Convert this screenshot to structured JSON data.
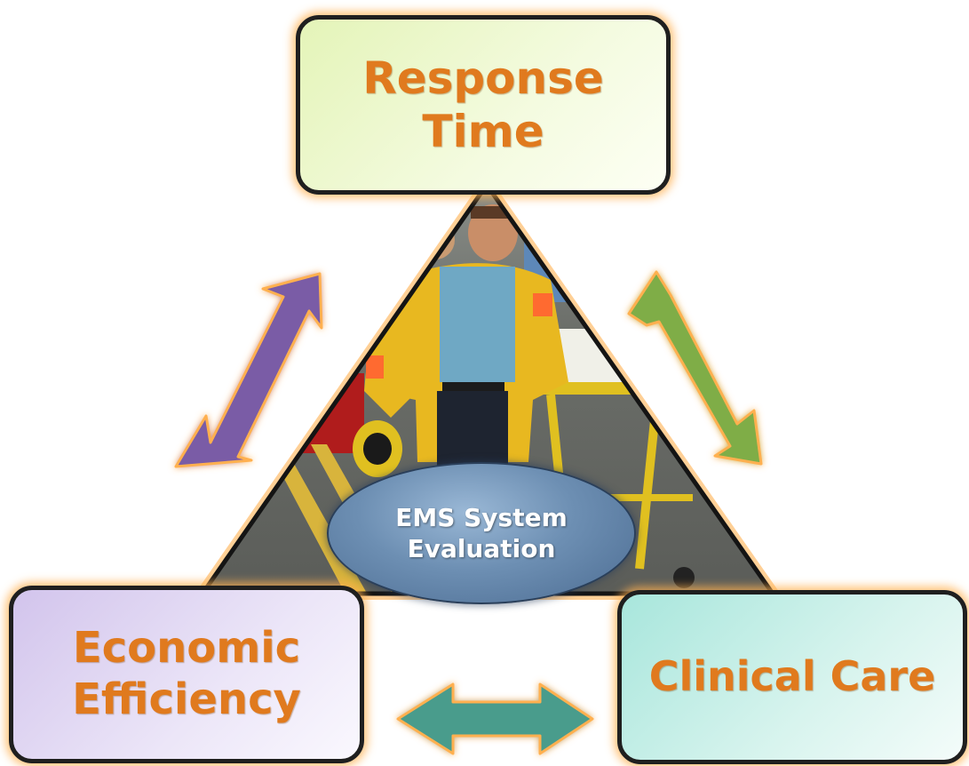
{
  "diagram": {
    "nodes": {
      "response_time": "Response\nTime",
      "economic_efficiency": "Economic\nEfficiency",
      "clinical_care": "Clinical Care"
    },
    "center_label": "EMS System\nEvaluation",
    "center_image": "ems-paramedic-with-stretcher-photo",
    "colors": {
      "node_text": "#e07a1e",
      "box_border": "#1f1f1f",
      "glow": "#ffb050",
      "arrow_purple": "#7a5ba6",
      "arrow_green": "#7fad46",
      "arrow_teal": "#4a9c8c",
      "center_fill": "#5f7fa6"
    },
    "arrows": [
      {
        "from": "response_time",
        "to": "economic_efficiency",
        "color": "#7a5ba6"
      },
      {
        "from": "response_time",
        "to": "clinical_care",
        "color": "#7fad46"
      },
      {
        "from": "economic_efficiency",
        "to": "clinical_care",
        "color": "#4a9c8c"
      }
    ]
  }
}
